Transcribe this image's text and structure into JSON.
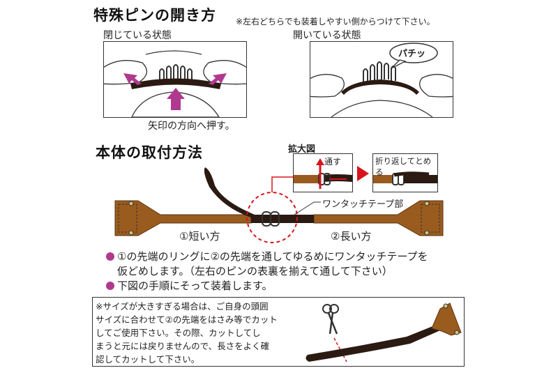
{
  "section1": {
    "title": "特殊ピンの開き方",
    "note": "※左右どちらでも装着しやすい側からつけて下さい。",
    "closed_label": "閉じている状態",
    "open_label": "開いている状態",
    "pachi": "パチッ",
    "arrow_caption": "矢印の方向へ押す。"
  },
  "section2": {
    "title": "本体の取付方法",
    "zoom_label": "拡大図",
    "pass_label": "通す",
    "fold_label": "折り返してとめる",
    "tape_label": "ワンタッチテープ部",
    "short_label": "①短い方",
    "long_label": "②長い方"
  },
  "bullets": [
    "①の先端のリングに②の先端を通してゆるめにワンタッチテープを",
    "仮どめします。（左右のピンの表裏を揃えて通して下さい）",
    "下図の手順にそって装着します。"
  ],
  "warning": {
    "lines": [
      "※サイズが大きすぎる場合は、ご自身の頭囲",
      "サイズに合わせて②の先端をはさみ等でカット",
      "してご使用下さい。その際、カットしてし",
      "まうと元には戻りませんので、長さをよく確",
      "認してカットして下さい。"
    ]
  },
  "colors": {
    "accent": "#b0398f",
    "band": "#2b1a12",
    "leather": "#9a5b1e",
    "red": "#d8141c"
  }
}
